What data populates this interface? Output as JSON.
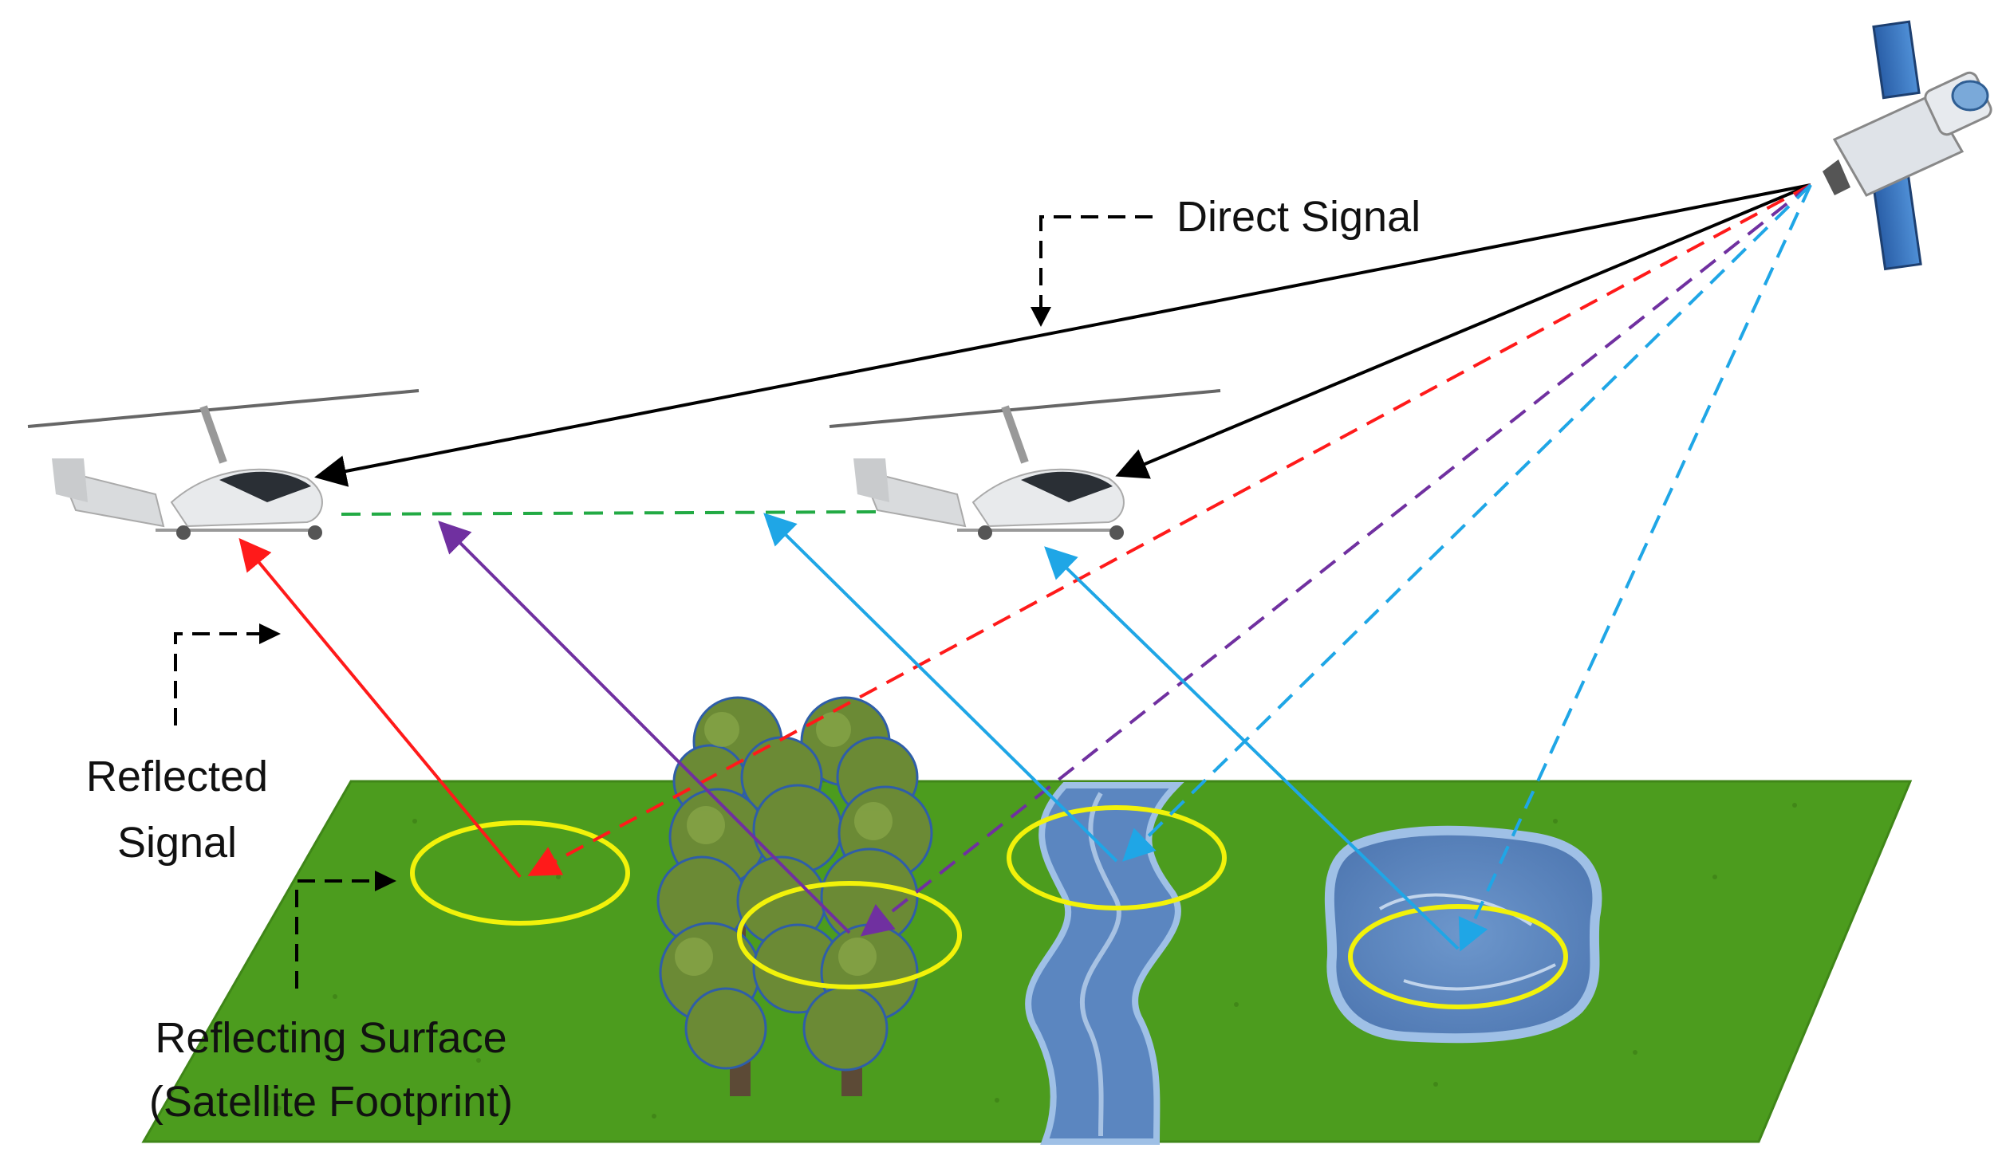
{
  "labels": {
    "direct_signal": "Direct Signal",
    "reflected_signal_line1": "Reflected",
    "reflected_signal_line2": "Signal",
    "reflecting_surface_line1": "Reflecting Surface",
    "reflecting_surface_line2": "(Satellite Footprint)"
  },
  "colors": {
    "direct": "#000000",
    "red_path": "#ff1a1a",
    "purple_path": "#7030a0",
    "blue_path": "#1fa6e6",
    "baseline": "#22aa44",
    "footprint": "#f2f20a",
    "ground": "#4a9a1e",
    "water": "#5b86c0",
    "trees": "#6b8a35"
  },
  "icons": [
    "satellite-icon",
    "gyrocopter-icon",
    "tree-icon",
    "river-icon",
    "pond-icon"
  ]
}
